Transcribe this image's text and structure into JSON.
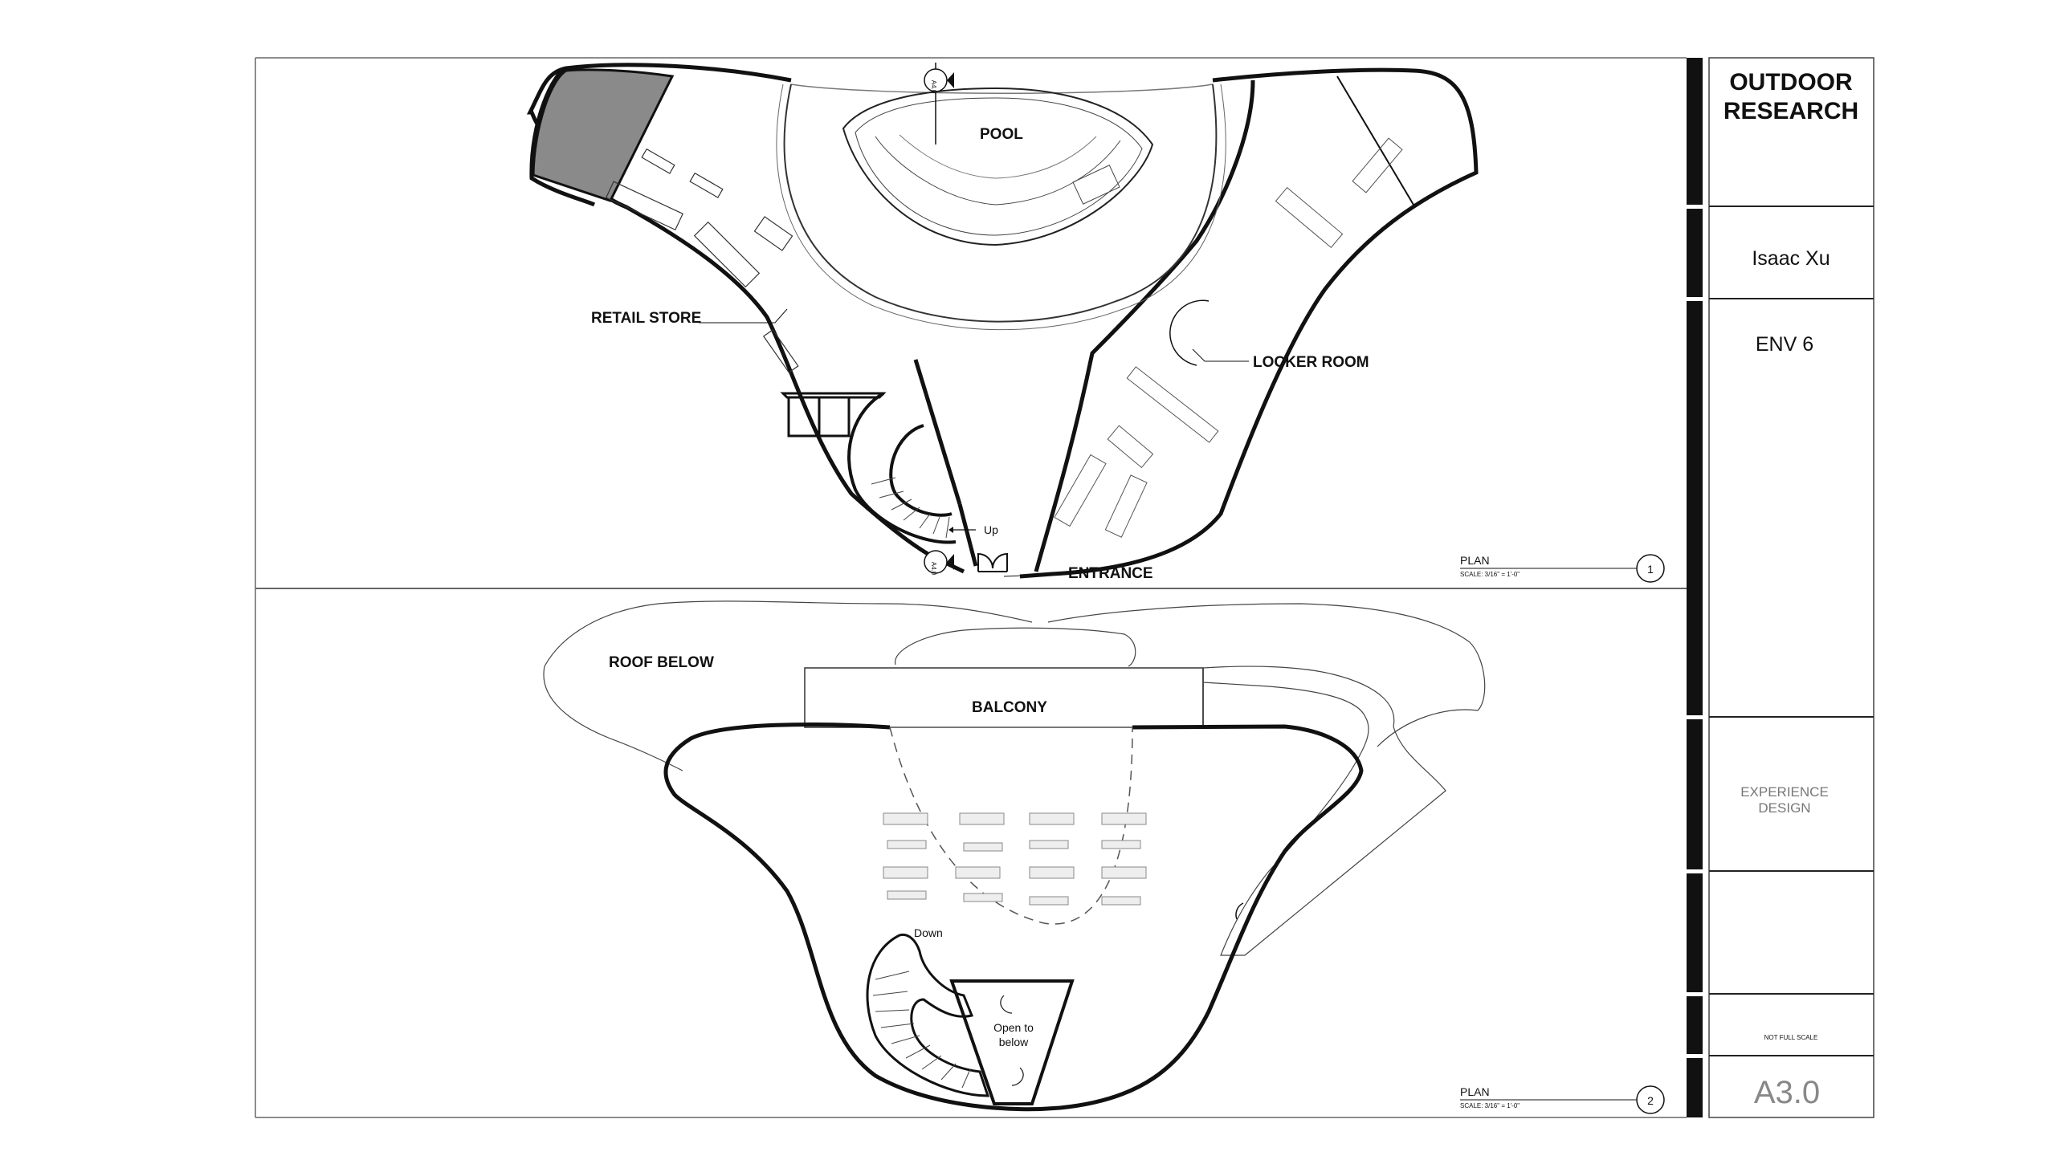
{
  "title_block": {
    "project_line1": "OUTDOOR",
    "project_line2": "RESEARCH",
    "author": "Isaac Xu",
    "course": "ENV 6",
    "category_line1": "EXPERIENCE",
    "category_line2": "DESIGN",
    "scale_note": "NOT FULL SCALE",
    "sheet_number": "A3.0"
  },
  "plan1": {
    "labels": {
      "pool": "POOL",
      "retail": "RETAIL STORE",
      "locker": "LOCKER ROOM",
      "entrance": "ENTRANCE",
      "up": "Up"
    },
    "caption": {
      "title": "PLAN",
      "scale": "SCALE: 3/16\" = 1'-0\"",
      "number": "1"
    },
    "section_tag": "A4.0"
  },
  "plan2": {
    "labels": {
      "roof": "ROOF BELOW",
      "balcony": "BALCONY",
      "down": "Down",
      "open_line1": "Open to",
      "open_line2": "below"
    },
    "caption": {
      "title": "PLAN",
      "scale": "SCALE: 3/16\" = 1'-0\"",
      "number": "2"
    }
  }
}
